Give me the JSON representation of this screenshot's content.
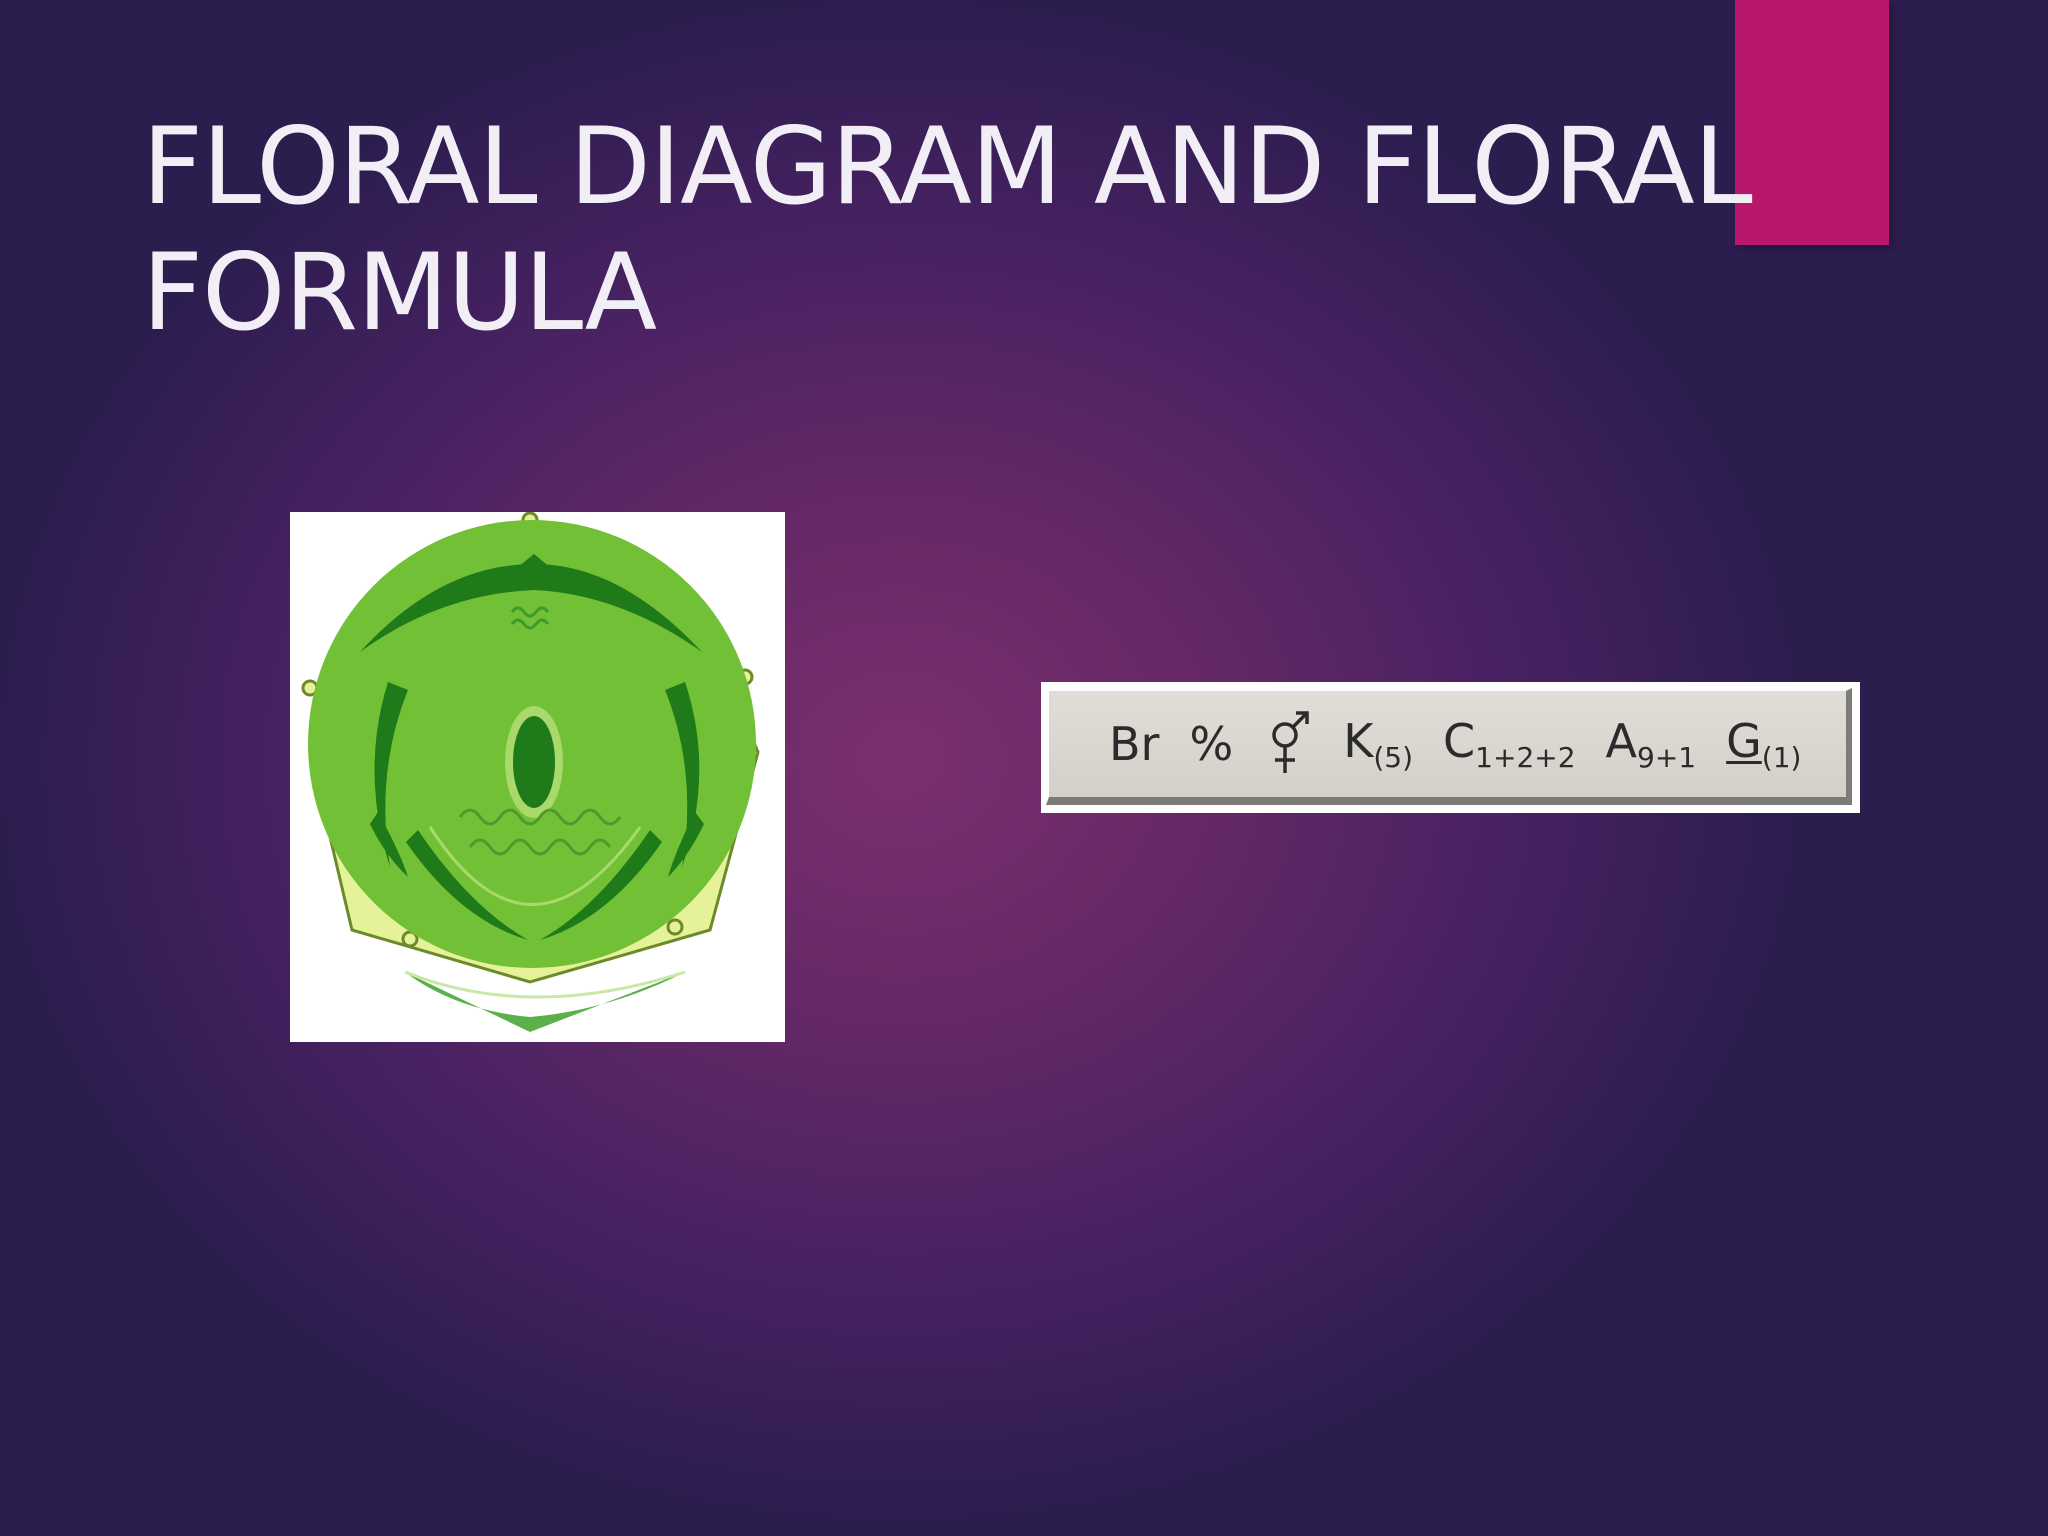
{
  "slide": {
    "title_line1": "FLORAL DIAGRAM AND FLORAL",
    "title_line2": "FORMULA"
  },
  "formula": {
    "bract": "Br",
    "symmetry": "%",
    "calyx_letter": "K",
    "calyx_sub": "(5)",
    "corolla_letter": "C",
    "corolla_sub": "1+2+2",
    "androecium_letter": "A",
    "androecium_sub": "9+1",
    "gynoecium_letter": "G",
    "gynoecium_sub": "(1)"
  },
  "colors": {
    "background": "#652866",
    "accent": "#b8176b",
    "title_text": "#f2eef6",
    "diagram_green": "#72c036",
    "diagram_dark_green": "#1f7a1a",
    "diagram_pale": "#e6f29a"
  }
}
